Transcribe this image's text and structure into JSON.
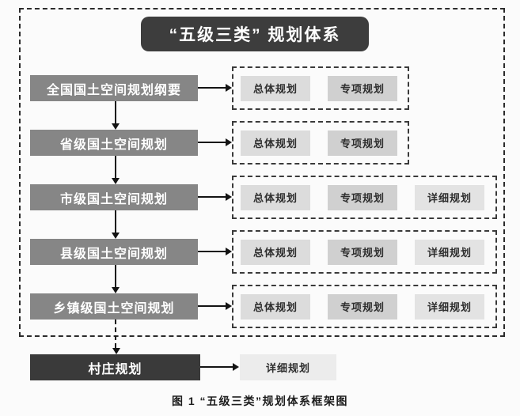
{
  "title": "“五级三类” 规划体系",
  "caption": "图 1 “五级三类”规划体系框架图",
  "colors": {
    "title_box": "#3d3d3d",
    "level_box": "#868686",
    "village_box": "#3a3a3a",
    "plan_general": "#dcdcdc",
    "plan_special": "#d0d0d0",
    "plan_detailed": "#e3e3e3",
    "arrow": "#141414",
    "dashed_border": "#3a3a3a"
  },
  "rows": [
    {
      "level": "全国国土空间规划纲要",
      "plans": [
        "总体规划",
        "专项规划"
      ]
    },
    {
      "level": "省级国土空间规划",
      "plans": [
        "总体规划",
        "专项规划"
      ]
    },
    {
      "level": "市级国土空间规划",
      "plans": [
        "总体规划",
        "专项规划",
        "详细规划"
      ]
    },
    {
      "level": "县级国土空间规划",
      "plans": [
        "总体规划",
        "专项规划",
        "详细规划"
      ]
    },
    {
      "level": "乡镇级国土空间规划",
      "plans": [
        "总体规划",
        "专项规划",
        "详细规划"
      ]
    }
  ],
  "village": {
    "level": "村庄规划",
    "plan": "详细规划"
  }
}
